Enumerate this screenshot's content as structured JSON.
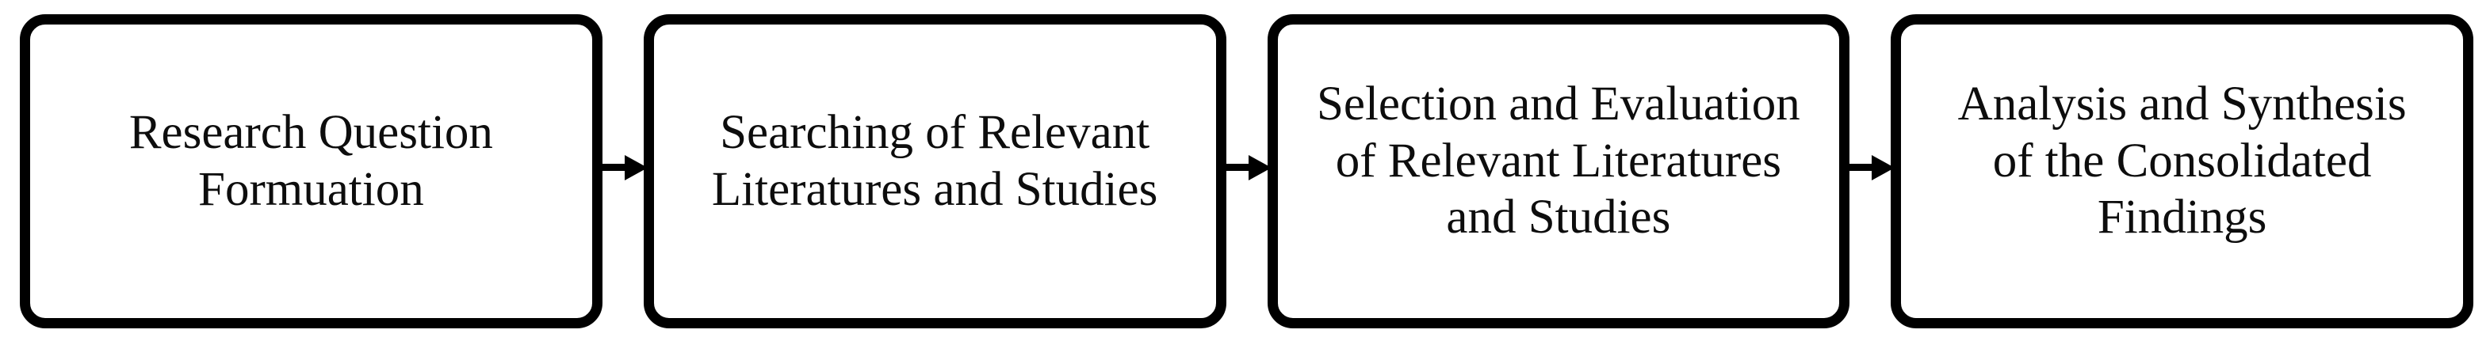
{
  "figure": {
    "type": "flowchart",
    "direction": "left-to-right",
    "steps": [
      {
        "label": "Research Question\nFormuation"
      },
      {
        "label": "Searching of Relevant\nLiteratures and Studies"
      },
      {
        "label": "Selection and Evaluation\nof Relevant Literatures\nand Studies"
      },
      {
        "label": "Analysis and Synthesis\nof the Consolidated\nFindings"
      }
    ],
    "connector": "right-arrow",
    "colors": {
      "box_border": "#000000",
      "box_fill": "#ffffff",
      "text": "#0d0d0d",
      "arrow": "#000000"
    }
  }
}
